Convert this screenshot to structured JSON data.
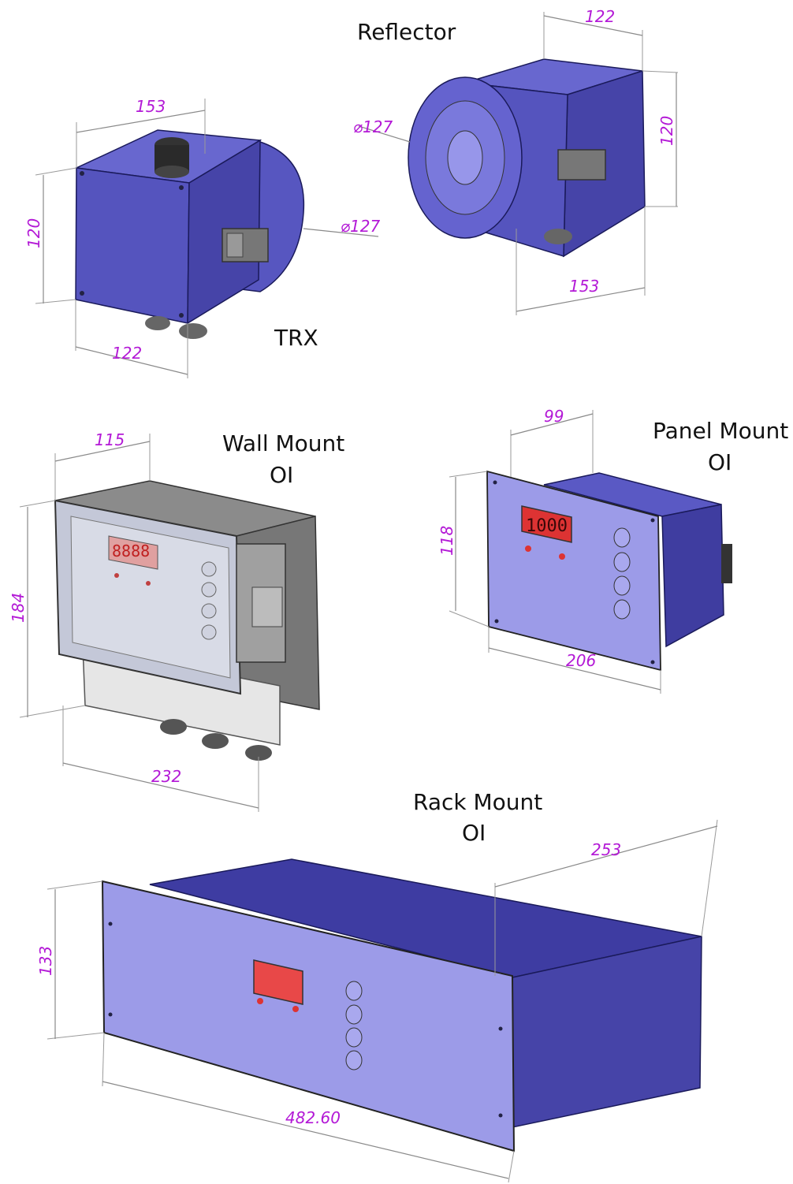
{
  "colors": {
    "housing_dark": "#4a48b0",
    "housing_mid": "#6463cc",
    "housing_light": "#9a9ae6",
    "display_red": "#e84040",
    "dimension_text": "#b319d6",
    "gland_gray": "#555555"
  },
  "titles": {
    "reflector": "Reflector",
    "trx": "TRX",
    "wall_mount_line1": "Wall Mount",
    "wall_mount_line2": "OI",
    "panel_mount_line1": "Panel Mount",
    "panel_mount_line2": "OI",
    "rack_mount_line1": "Rack Mount",
    "rack_mount_line2": "OI"
  },
  "trx": {
    "dim_width": "153",
    "dim_height": "120",
    "dim_depth": "122",
    "dim_diameter": "⌀127"
  },
  "reflector": {
    "dim_depth": "122",
    "dim_height": "120",
    "dim_diameter": "⌀127",
    "dim_width": "153"
  },
  "wall_mount": {
    "dim_depth": "115",
    "dim_height": "184",
    "dim_width": "232",
    "display_text": "8888"
  },
  "panel_mount": {
    "dim_depth": "99",
    "dim_height": "118",
    "dim_width": "206",
    "display_text": "1000"
  },
  "rack_mount": {
    "dim_depth": "253",
    "dim_height": "133",
    "dim_width": "482.60"
  }
}
